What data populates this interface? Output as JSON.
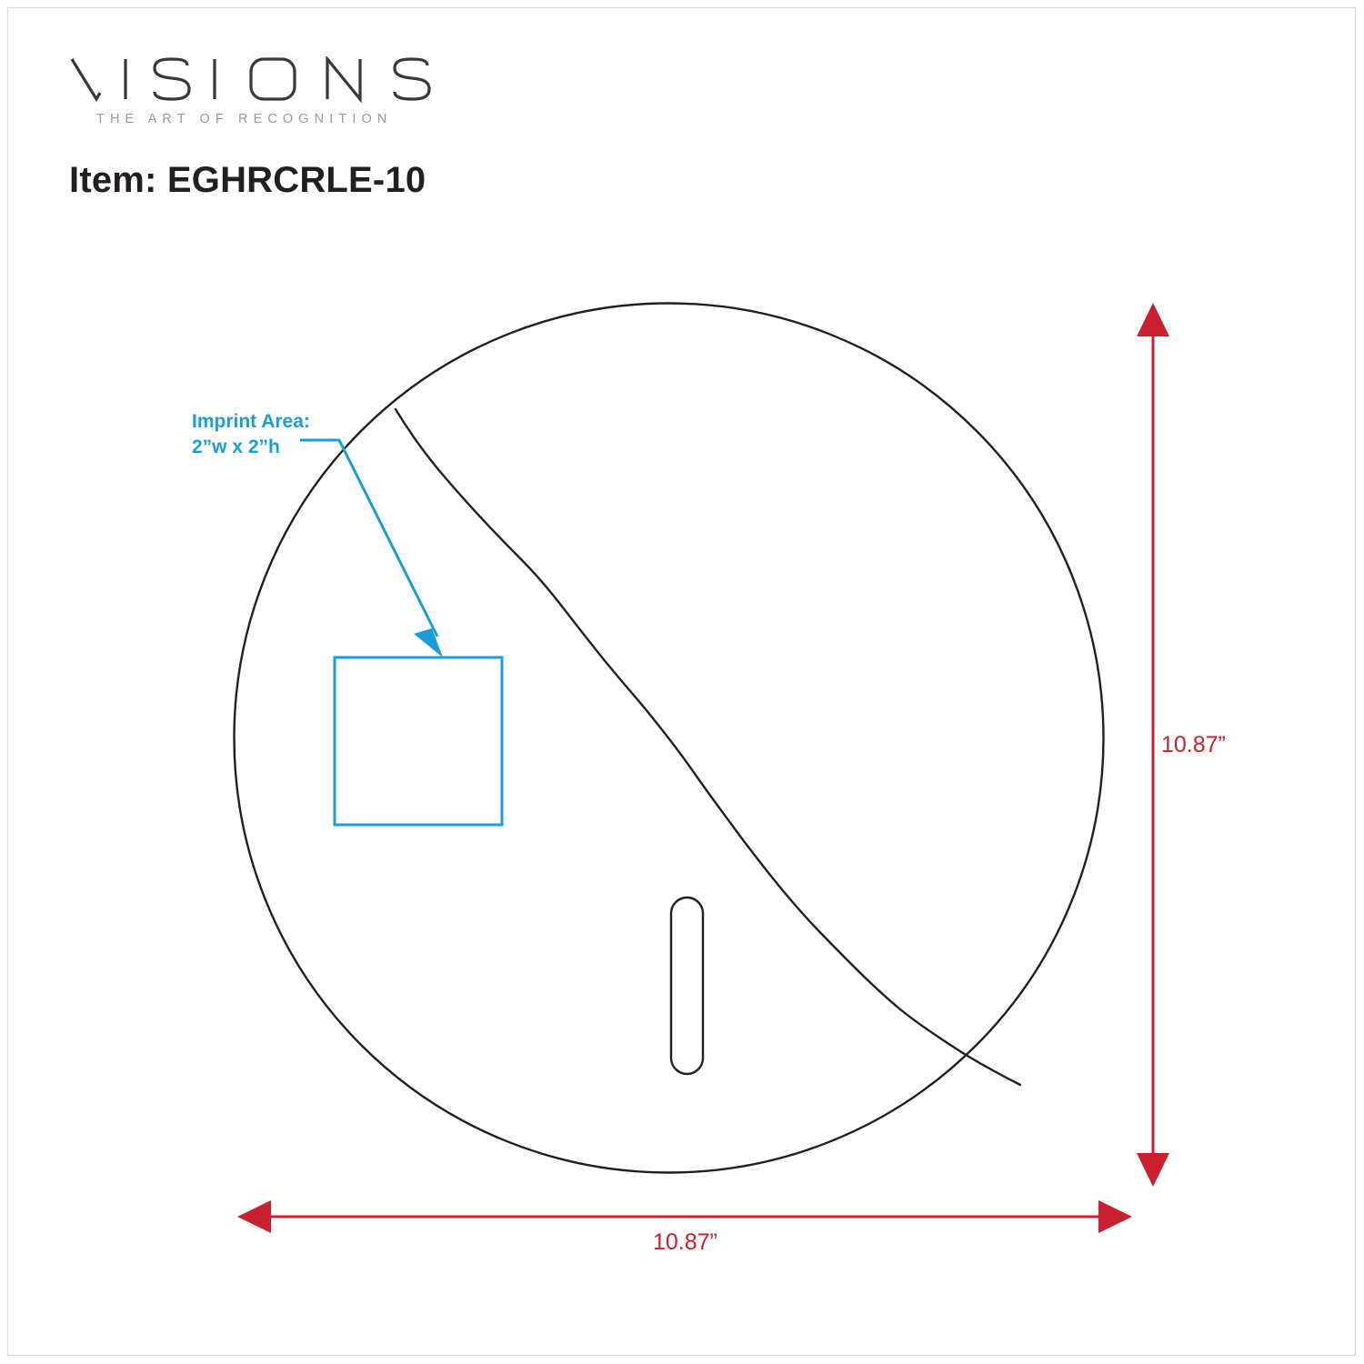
{
  "page": {
    "background_color": "#ffffff",
    "frame_color": "#d8d8d8"
  },
  "brand": {
    "name": "VISIONS",
    "tagline": "THE ART OF RECOGNITION",
    "wordmark_color": "#3b3735",
    "tagline_color": "#9a9a9a"
  },
  "header": {
    "item_label": "Item: EGHRCRLE-10"
  },
  "imprint": {
    "label_line1": "Imprint Area:",
    "label_line2": "2”w x 2”h",
    "color": "#1b9dd9"
  },
  "dimensions": {
    "height": "10.87”",
    "width": "10.87”",
    "color": "#c8202f"
  },
  "product": {
    "outline_color": "#231f20",
    "shape": "circle",
    "features": [
      "live-edge-diagonal",
      "rounded-slot"
    ]
  }
}
